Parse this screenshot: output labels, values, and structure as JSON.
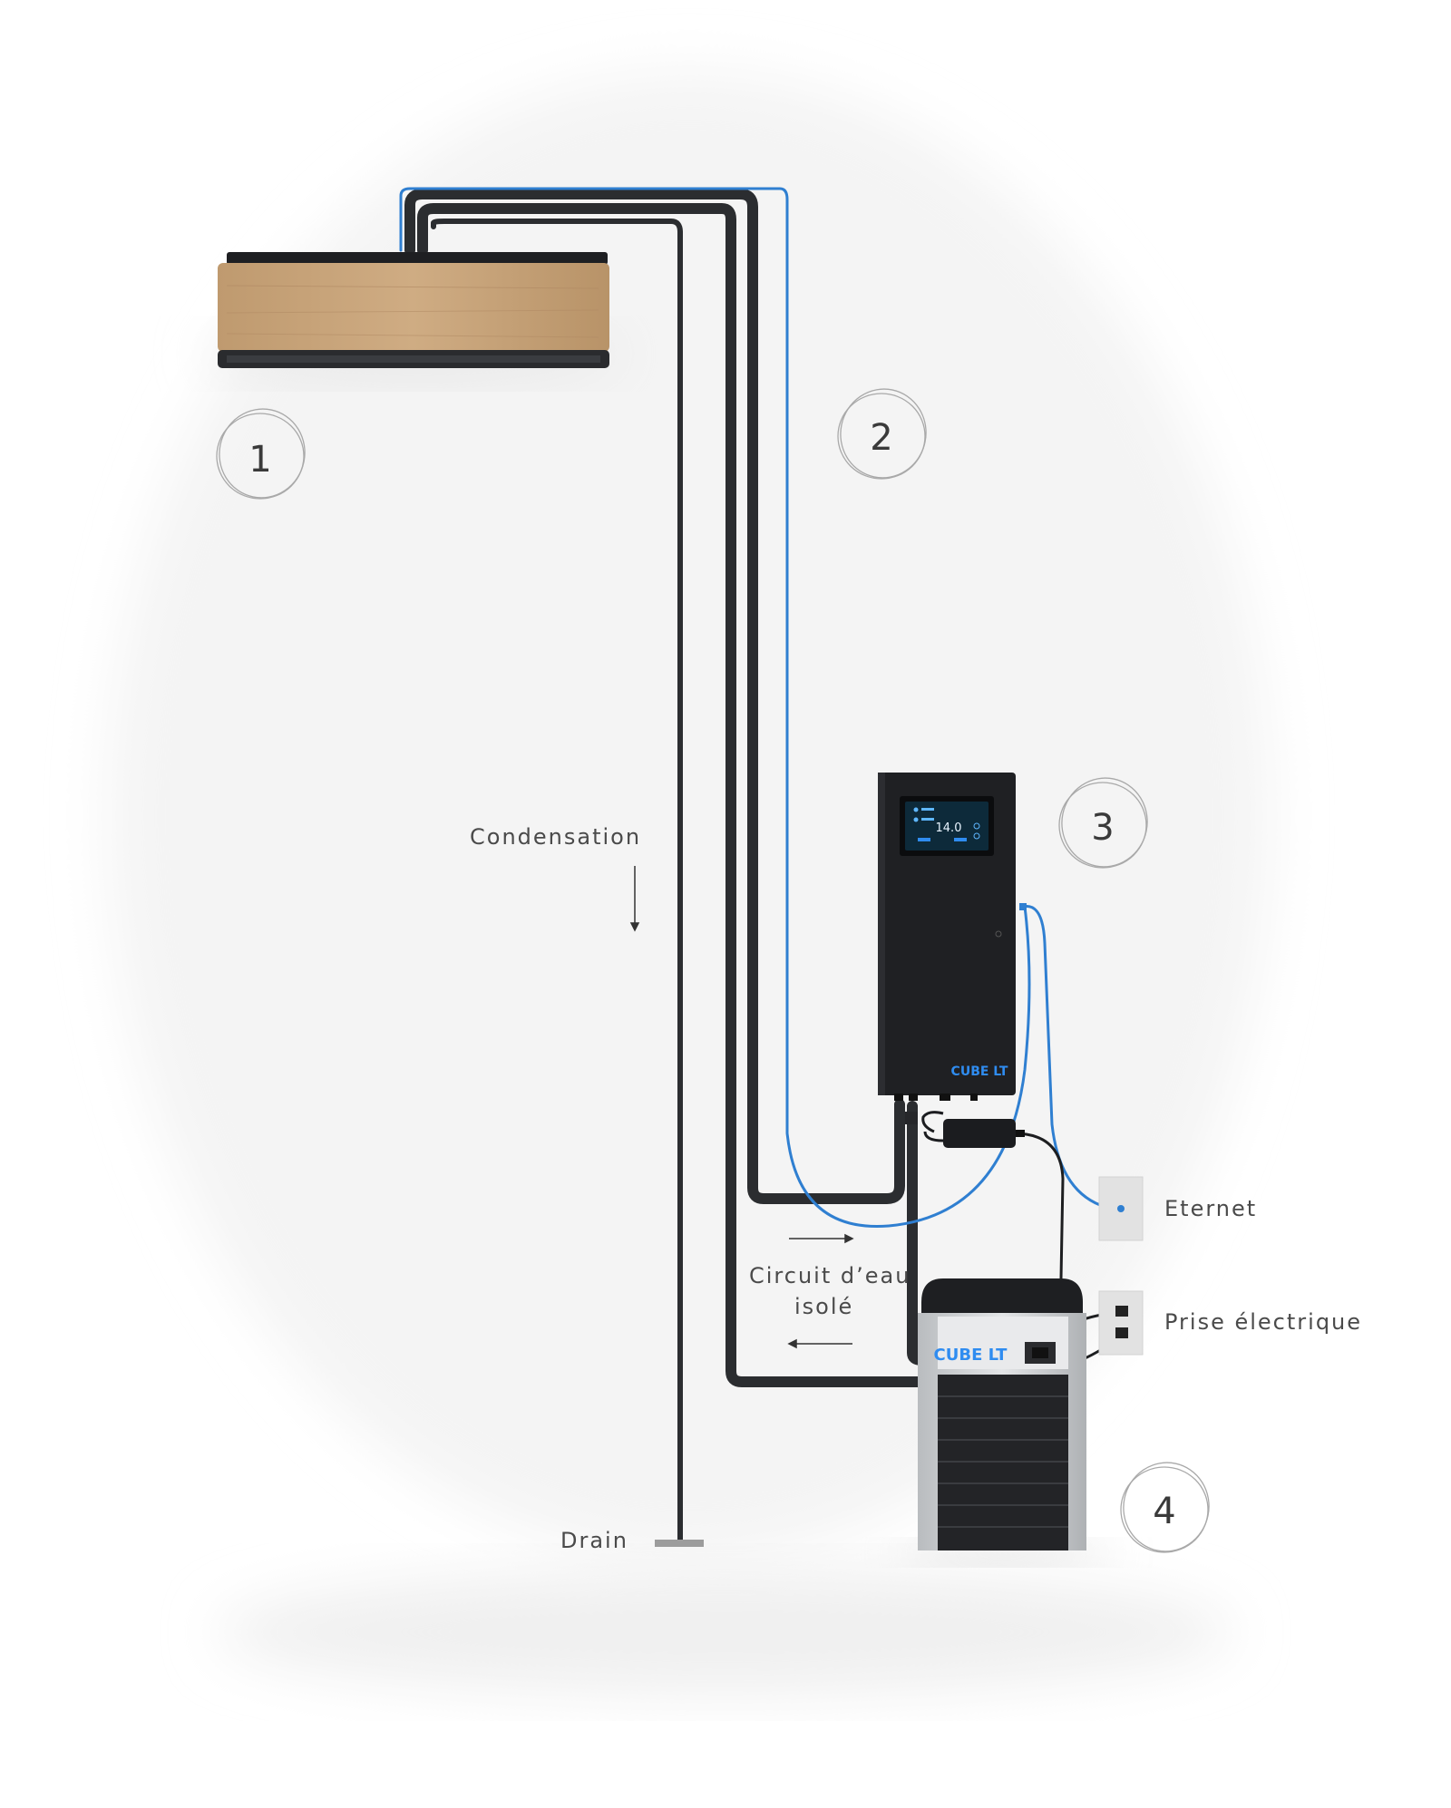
{
  "callouts": [
    {
      "number": "1",
      "target": "indoor-unit"
    },
    {
      "number": "2",
      "target": "piping"
    },
    {
      "number": "3",
      "target": "control-cabinet"
    },
    {
      "number": "4",
      "target": "chiller-unit"
    }
  ],
  "labels": {
    "condensation": "Condensation",
    "circuit_line1": "Circuit d’eau",
    "circuit_line2": "isolé",
    "drain": "Drain",
    "ethernet": "Eternet",
    "outlet": "Prise électrique"
  },
  "devices": {
    "controller_display_value": "14.0",
    "controller_logo": "CUBE LT",
    "chiller_logo": "CUBE LT"
  },
  "colors": {
    "pipe": "#2b2d30",
    "ethernet_cable": "#2f7fd1",
    "wood_panel": "#c8a47a",
    "screen": "#0d2a3a",
    "logo_blue": "#2f8cf0"
  }
}
